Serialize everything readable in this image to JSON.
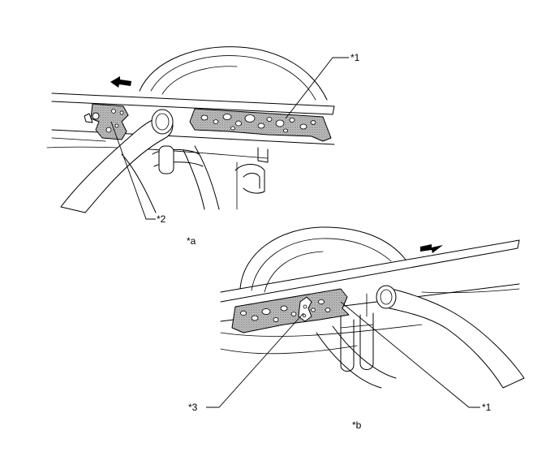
{
  "callouts": {
    "top_part_1": "*1",
    "top_part_2": "*2",
    "view_a": "*a",
    "bottom_part_3": "*3",
    "bottom_part_1": "*1",
    "view_b": "*b"
  },
  "icons": {
    "top_arrow": "arrow-left-icon",
    "bottom_arrow": "arrow-right-icon"
  },
  "colors": {
    "line": "#000000",
    "sealer_fill": "#b5b5b5",
    "background": "#ffffff"
  }
}
